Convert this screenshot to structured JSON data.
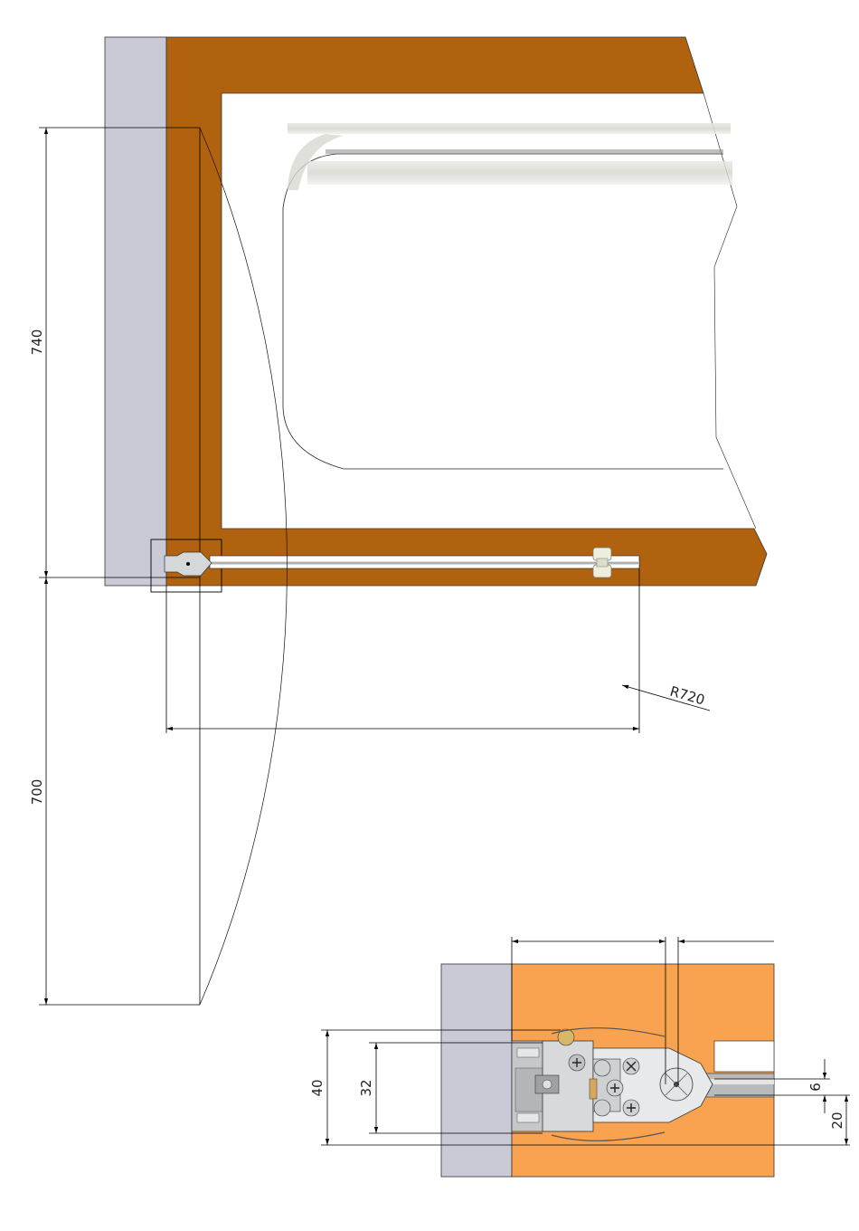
{
  "drawing": {
    "dim_height_top": "740",
    "dim_height_bottom": "700",
    "dim_radius": "R720",
    "dim_detail_40": "40",
    "dim_detail_32": "32",
    "dim_detail_6": "6",
    "dim_detail_20": "20"
  },
  "colors": {
    "wall": "#c9cad6",
    "wood_dark": "#b0620f",
    "wood_light": "#f9a350",
    "metal": "#bfc1c4",
    "background": "#ffffff"
  }
}
